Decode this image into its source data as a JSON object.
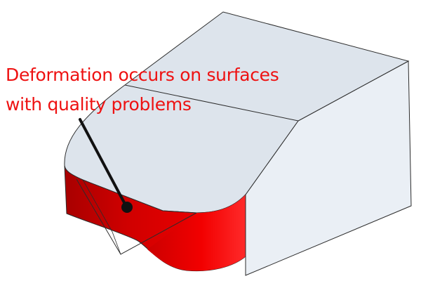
{
  "annotation": {
    "line1": "Deformation occurs on surfaces",
    "line2": "with quality problems"
  },
  "colors": {
    "annotation_text": "#ee1111",
    "top_face": "#dde4ec",
    "side_face": "#eaeff5",
    "edge": "#2c2c2c",
    "defect_surface": "#e40000",
    "leader": "#111111"
  },
  "icons": {
    "leader_marker": "filled-circle"
  }
}
